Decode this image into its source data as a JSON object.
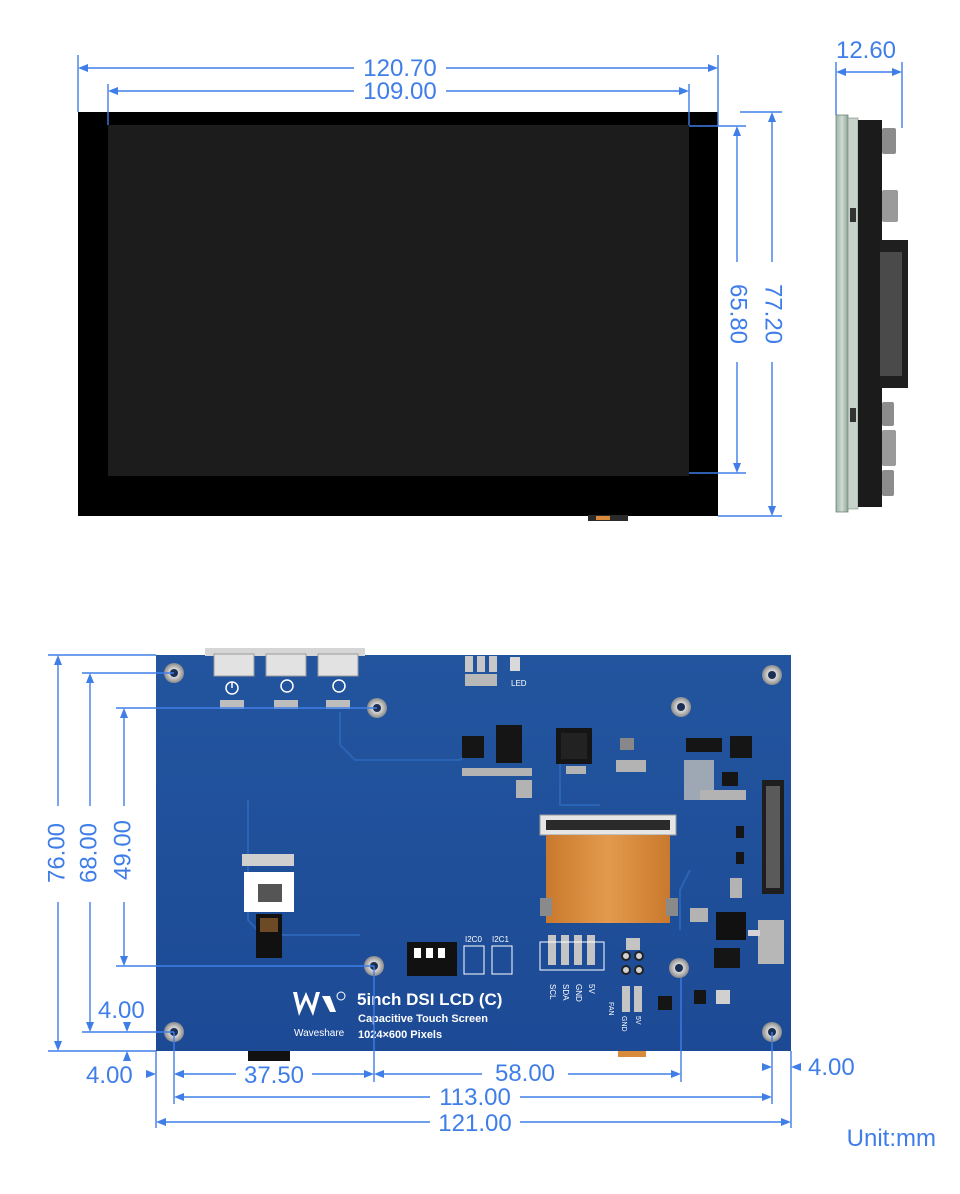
{
  "front_view": {
    "width_outer": "120.70",
    "width_active": "109.00",
    "height_outer": "77.20",
    "height_active": "65.80"
  },
  "side_view": {
    "thickness": "12.60"
  },
  "back_view": {
    "board_width": "121.00",
    "hole_span_x": "113.00",
    "hole_offset_a": "37.50",
    "hole_offset_b": "58.00",
    "board_height": "76.00",
    "hole_span_y": "68.00",
    "hole_offset_y": "49.00",
    "edge_offset_left": "4.00",
    "edge_offset_bottom": "4.00",
    "edge_offset_right": "4.00",
    "silkscreen": {
      "brand": "Waveshare",
      "product": "5inch DSI LCD (C)",
      "subtitle": "Capacitive Touch Screen",
      "resolution": "1024×600 Pixels",
      "led": "LED",
      "i2c0": "I2C0",
      "i2c1": "I2C1",
      "scl": "SCL",
      "sda": "SDA",
      "gnd": "GND",
      "v5": "5V",
      "fan": "FAN",
      "fan_gnd": "GND",
      "fan_5v": "5V"
    }
  },
  "unit": "Unit:mm",
  "colors": {
    "dimension": "#3f7ee8",
    "pcb": "#1f4e9c",
    "bezel": "#000000",
    "panel": "#1c1c1c"
  }
}
